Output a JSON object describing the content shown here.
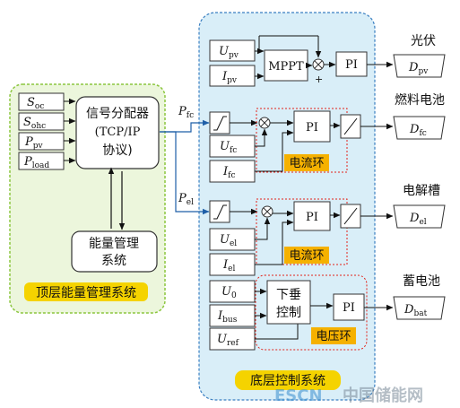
{
  "top": {
    "panel_title": "顶层能量管理系统",
    "inputs": [
      {
        "sym": "S",
        "sub": "oc"
      },
      {
        "sym": "S",
        "sub": "ohc"
      },
      {
        "sym": "P",
        "sub": "pv"
      },
      {
        "sym": "P",
        "sub": "load"
      }
    ],
    "splitter": {
      "line1": "信号分配器",
      "line2": "(TCP/IP",
      "line3": "协议)"
    },
    "ems": {
      "line1": "能量管理",
      "line2": "系统"
    }
  },
  "bottom": {
    "panel_title": "底层控制系统",
    "pfc": {
      "sym": "P",
      "sub": "fc"
    },
    "pel": {
      "sym": "P",
      "sub": "el"
    },
    "pv": {
      "title": "光伏",
      "inputs": [
        {
          "sym": "U",
          "sub": "pv"
        },
        {
          "sym": "I",
          "sub": "pv"
        }
      ],
      "mppt": "MPPT",
      "pi": "PI",
      "plus": "+",
      "out": {
        "sym": "D",
        "sub": "pv"
      }
    },
    "fc": {
      "title": "燃料电池",
      "inputs": [
        {
          "sym": "U",
          "sub": "fc"
        },
        {
          "sym": "I",
          "sub": "fc"
        }
      ],
      "pi": "PI",
      "loop": "电流环",
      "out": {
        "sym": "D",
        "sub": "fc"
      }
    },
    "el": {
      "title": "电解槽",
      "inputs": [
        {
          "sym": "U",
          "sub": "el"
        },
        {
          "sym": "I",
          "sub": "el"
        }
      ],
      "pi": "PI",
      "loop": "电流环",
      "out": {
        "sym": "D",
        "sub": "el"
      }
    },
    "bat": {
      "title": "蓄电池",
      "inputs": [
        {
          "sym": "U",
          "sub": "0"
        },
        {
          "sym": "I",
          "sub": "bus"
        },
        {
          "sym": "U",
          "sub": "ref"
        }
      ],
      "droop": {
        "line1": "下垂",
        "line2": "控制"
      },
      "pi": "PI",
      "loop": "电压环",
      "out": {
        "sym": "D",
        "sub": "bat"
      }
    }
  },
  "watermark": {
    "a": "ESCN",
    "b": "中国储能网"
  },
  "colors": {
    "top_panel_fill": "#ecf6dc",
    "top_panel_border": "#8cc63f",
    "bottom_panel_fill": "#d9eef8",
    "bottom_panel_border": "#3a7fc1",
    "loop_border": "#e2231a",
    "loop_label_fill": "#f5b100",
    "panel_label_fill": "#f5d300",
    "signal_blue": "#1f5fa8"
  }
}
